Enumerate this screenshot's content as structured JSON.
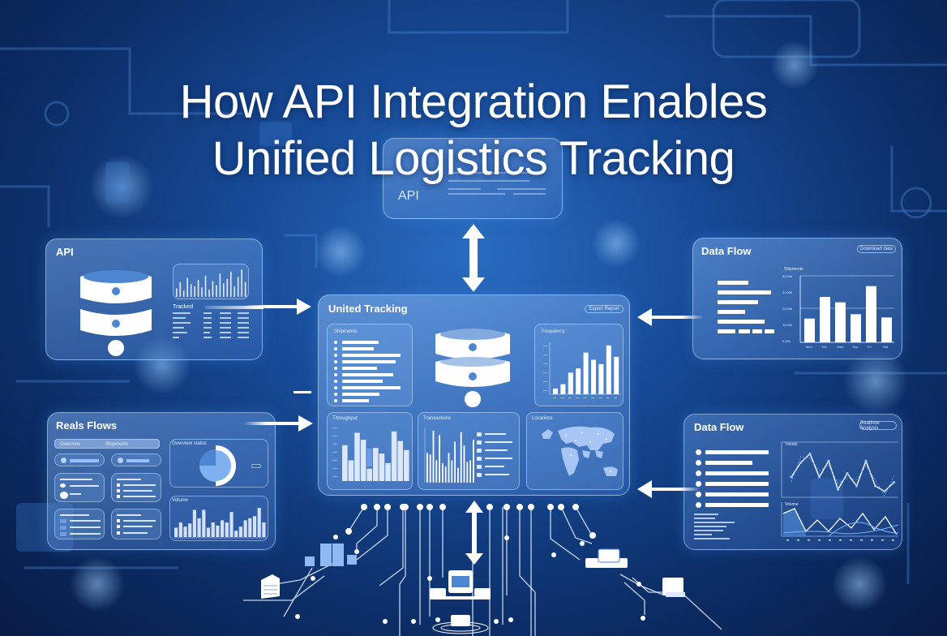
{
  "title": {
    "line1": "How API Integration Enables",
    "line2": "Unified Logistics Tracking"
  },
  "top_api_panel": {
    "label": "API"
  },
  "left_api_panel": {
    "label": "API",
    "table_title": "Tracked",
    "icon": "database-icon",
    "sparkline_values": [
      8,
      14,
      6,
      18,
      12,
      10,
      16,
      9,
      20,
      7,
      15,
      11,
      22,
      13,
      17,
      24,
      10,
      19,
      26,
      14
    ]
  },
  "realtime_panel": {
    "label": "Reals Flows",
    "tabs": [
      "Overview",
      "Shipments"
    ],
    "donut_title": "Overview status",
    "donut_value_pct": 72,
    "bars_title": "Volume",
    "bars": [
      9,
      14,
      10,
      13,
      26,
      18,
      26,
      9,
      14,
      11,
      16,
      14,
      24,
      6,
      10,
      16,
      18,
      20,
      28,
      14
    ]
  },
  "center_panel": {
    "label": "United Tracking",
    "action": "Export Report",
    "list_title": "Shipments",
    "list_widths": [
      62,
      54,
      100,
      92,
      60,
      88,
      70,
      100,
      64,
      46
    ],
    "top_chart_title": "Frequency",
    "top_chart_values": [
      8,
      14,
      30,
      36,
      58,
      48,
      42,
      68,
      52
    ],
    "bottom_left_title": "Throughput",
    "bottom_left_values": [
      52,
      30,
      70,
      60,
      18,
      48,
      40,
      26,
      72,
      58,
      45
    ],
    "bottom_mid_title": "Transactions",
    "bottom_mid_values": [
      40,
      38,
      70,
      30,
      64,
      26,
      22,
      40,
      30,
      55,
      20,
      68,
      50,
      28,
      30,
      58
    ],
    "bottom_right_title": "Locations",
    "icon": "database-icon"
  },
  "data_flow_top": {
    "label": "Data Flow",
    "action": "Download data",
    "y_title": "Shipments",
    "y_ticks": [
      "40.00k",
      "30.00k",
      "20.00k",
      "10.00k",
      "0.00k"
    ],
    "categories": [
      "Mon",
      "Tue",
      "Wed",
      "Thu",
      "Fri",
      "Sat"
    ],
    "values": [
      22,
      42,
      37,
      26,
      52,
      23
    ],
    "list_widths": [
      38,
      66,
      50,
      34,
      58
    ]
  },
  "data_flow_bottom": {
    "label": "Data Flow",
    "action": "Realtime Analysis",
    "line_title": "Trends",
    "line_values": [
      30,
      14,
      4,
      30,
      12,
      44,
      26,
      40,
      12,
      40,
      46,
      36
    ],
    "area_title": "Volume",
    "area_values": [
      10,
      4,
      32,
      18,
      32,
      16,
      28,
      10,
      30,
      14,
      36
    ],
    "list_widths": [
      78,
      58,
      78,
      78,
      78,
      78
    ]
  },
  "colors": {
    "bg_dark": "#071b44",
    "bg_mid": "#174a96",
    "panel_border": "#c8e1ff",
    "accent": "#ffffff"
  }
}
